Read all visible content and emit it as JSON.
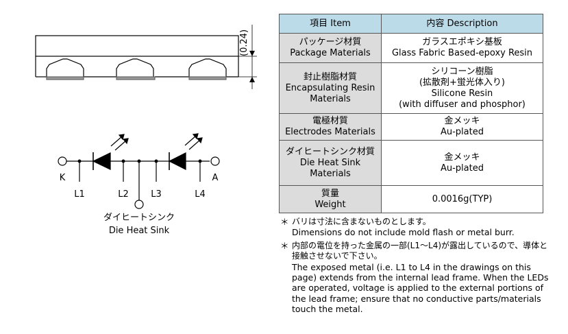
{
  "table": {
    "header": {
      "item": "項目 Item",
      "desc": "内容 Description"
    },
    "rows": [
      {
        "item": [
          "パッケージ材質",
          "Package Materials"
        ],
        "desc": [
          "ガラスエポキシ基板",
          "Glass Fabric Based-epoxy Resin"
        ]
      },
      {
        "item": [
          "封止樹脂材質",
          "Encapsulating Resin",
          "Materials"
        ],
        "desc": [
          "シリコーン樹脂",
          "(拡散剤+蛍光体入り)",
          "Silicone Resin",
          "(with diffuser and phosphor)"
        ]
      },
      {
        "item": [
          "電極材質",
          "Electrodes Materials"
        ],
        "desc": [
          "金メッキ",
          "Au-plated"
        ]
      },
      {
        "item": [
          "ダイヒートシンク材質",
          "Die Heat Sink",
          "Materials"
        ],
        "desc": [
          "金メッキ",
          "Au-plated"
        ]
      },
      {
        "item": [
          "質量",
          "Weight"
        ],
        "desc": [
          "0.0016g(TYP)"
        ]
      }
    ]
  },
  "notes": [
    {
      "mark": "＊",
      "jp": "バリは寸法に含まないものとします。",
      "en": "Dimensions do not include mold flash or metal burr."
    },
    {
      "mark": "＊",
      "jp": "内部の電位を持った金属の一部(L1～L4)が露出しているので、導体と接触させないで下さい。",
      "en": "The exposed metal (i.e. L1 to L4 in the drawings on this page) extends from the internal lead frame. When the LEDs are operated, voltage is applied to the external portions of the lead frame; ensure that no conductive parts/materials touch the metal."
    }
  ],
  "drawing": {
    "dimension": "(0.24)",
    "terminals": {
      "k": "K",
      "a": "A"
    },
    "leads": [
      "L1",
      "L2",
      "L3",
      "L4"
    ],
    "heat_sink_jp": "ダイヒートシンク",
    "heat_sink_en": "Die Heat Sink"
  }
}
